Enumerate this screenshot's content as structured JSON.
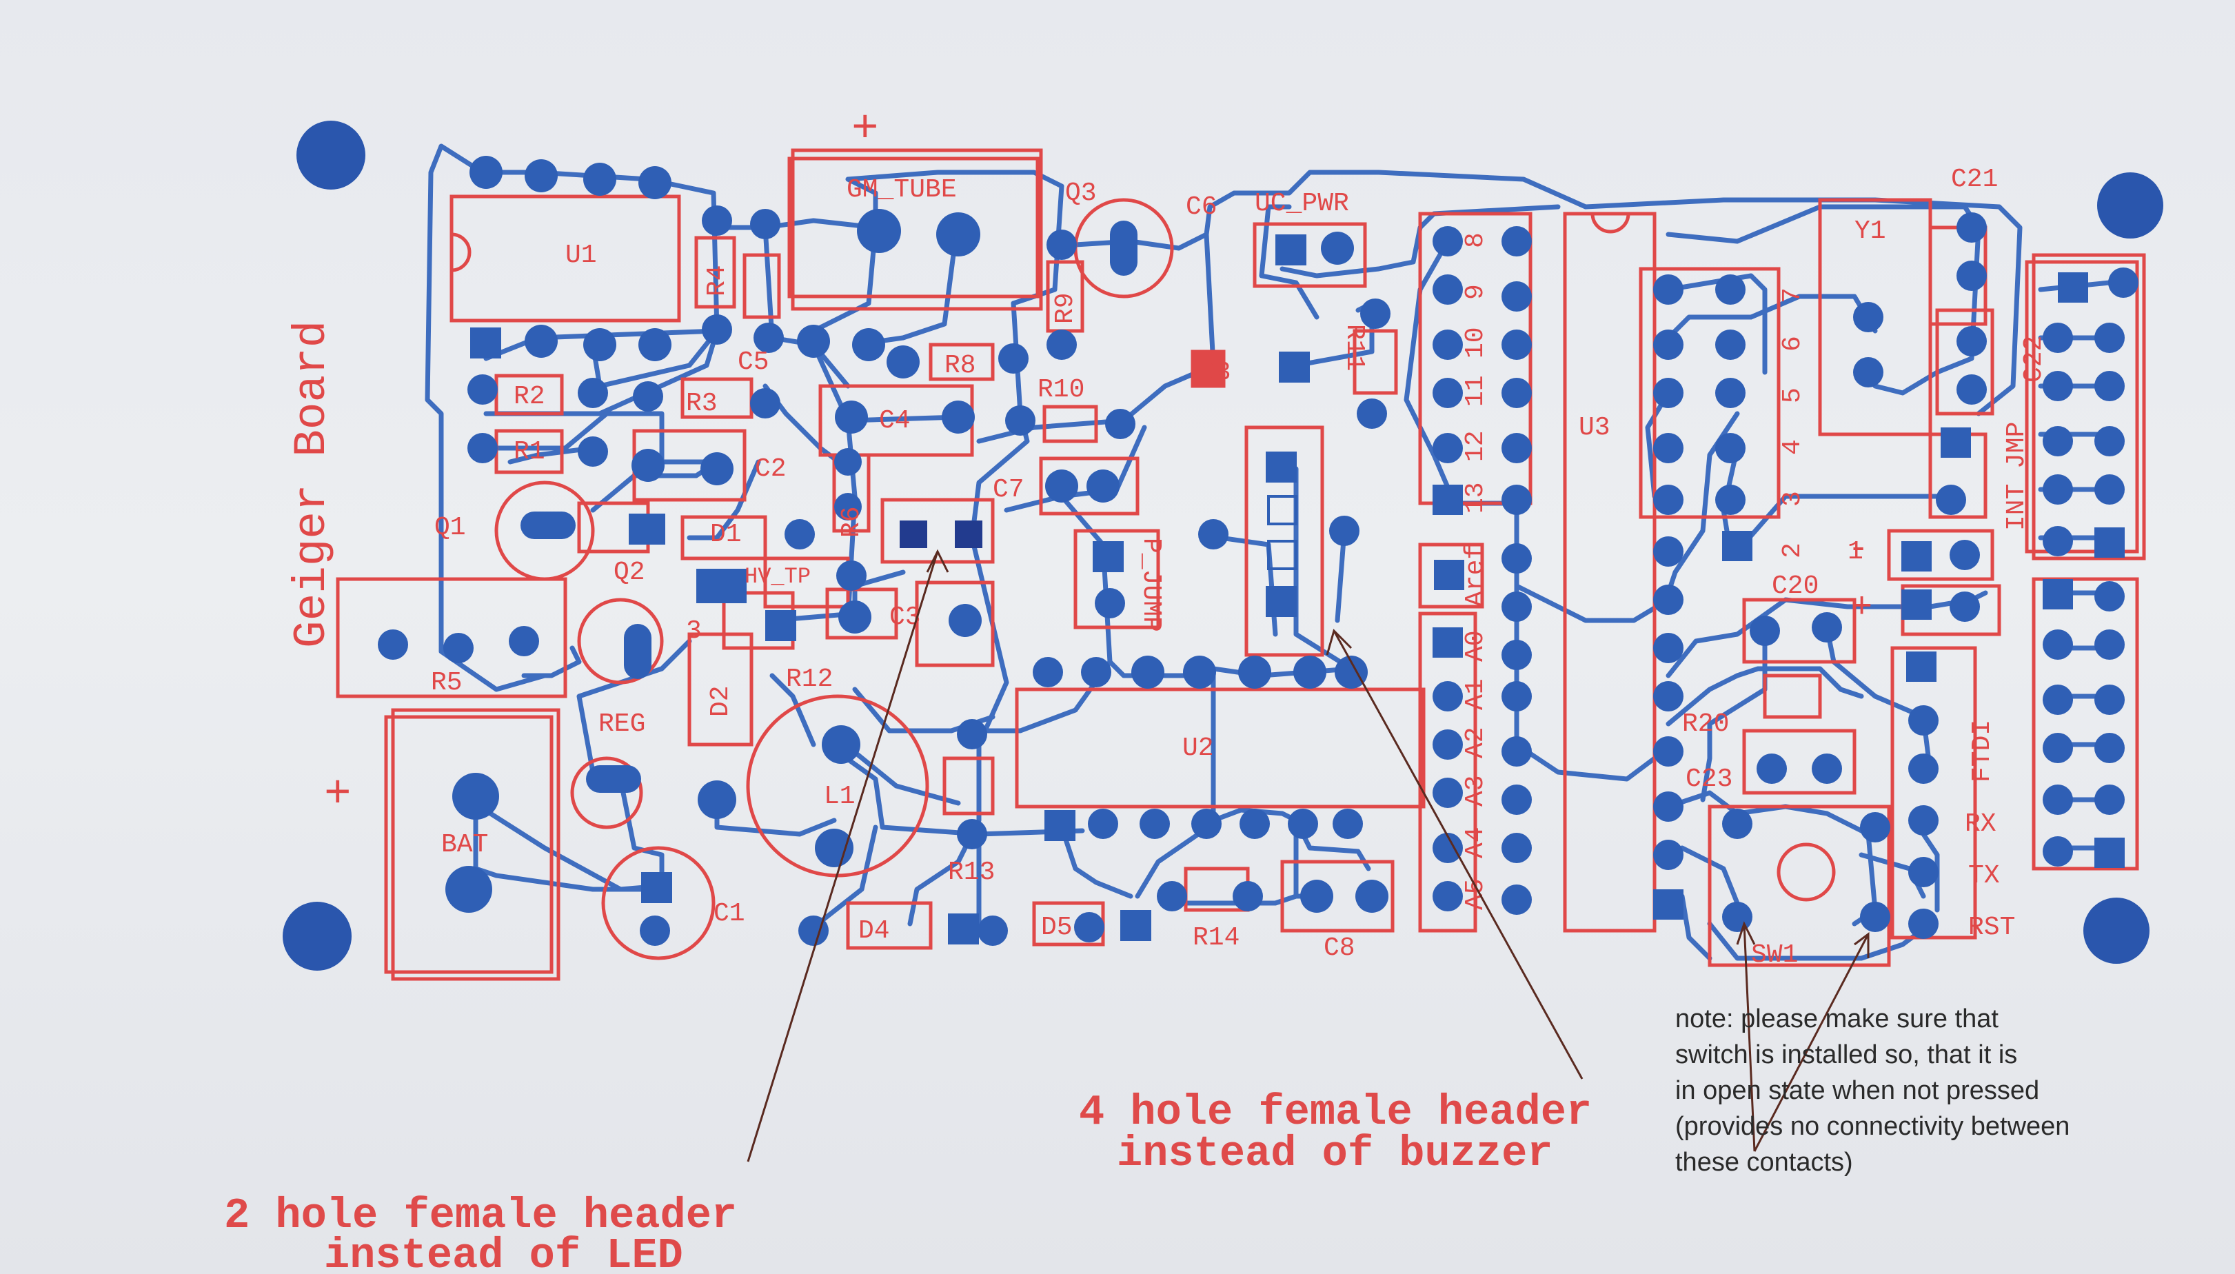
{
  "board": {
    "title": "Geiger Board",
    "plus_top": "+",
    "plus_bat": "+",
    "plus_c20": "+",
    "minus_c20": "-",
    "components": {
      "gm_tube": "GM_TUBE",
      "u1": "U1",
      "u2": "U2",
      "u3": "U3",
      "q1": "Q1",
      "q2": "Q2",
      "q3": "Q3",
      "r1": "R1",
      "r2": "R2",
      "r3": "R3",
      "r4": "R4",
      "r5": "R5",
      "r6": "R6",
      "r8": "R8",
      "r9": "R9",
      "r10": "R10",
      "r11": "R11",
      "r12": "R12",
      "r13": "R13",
      "r14": "R14",
      "r20": "R20",
      "c1": "C1",
      "c2": "C2",
      "c3": "C3",
      "c4": "C4",
      "c5": "C5",
      "c6": "C6",
      "c7": "C7",
      "c8": "C8",
      "c20": "C20",
      "c21": "C21",
      "c22": "C22",
      "c23": "C23",
      "d1": "D1",
      "d2": "D2",
      "d3": "D3",
      "d4": "D4",
      "d5": "D5",
      "l1": "L1",
      "reg": "REG",
      "bat": "BAT",
      "hv_tp": "HV_TP",
      "uc_pwr": "UC_PWR",
      "p_jump": "P_JUMP",
      "y1": "Y1",
      "sw1": "SW1",
      "jmp": "JMP",
      "int": "INT",
      "ftdi": "FTDI",
      "rx": "RX",
      "tx": "TX",
      "rst": "RST",
      "num_3": "3",
      "num_1": "1"
    },
    "u3_left_pins": [
      "8",
      "9",
      "10",
      "11",
      "12",
      "13"
    ],
    "u3_right_pins": [
      "7",
      "6",
      "5",
      "4",
      "3",
      "2"
    ],
    "u3_analog_pins": [
      "Aref",
      "A0",
      "A1",
      "A2",
      "A3",
      "A4",
      "A5"
    ]
  },
  "annotations": {
    "led_line1": "2 hole female header",
    "led_line2": "instead of LED",
    "buzzer_line1": "4 hole female header",
    "buzzer_line2": "instead of buzzer",
    "switch_note": [
      "note: please make sure that",
      "switch is installed so, that it is",
      "in open state when not pressed",
      "(provides no connectivity between",
      "these contacts)"
    ]
  },
  "colors": {
    "silkscreen": "#e04848",
    "copper": "#3e6dbf",
    "paper": "#e9ebef",
    "note_text": "#2a2a2a"
  }
}
